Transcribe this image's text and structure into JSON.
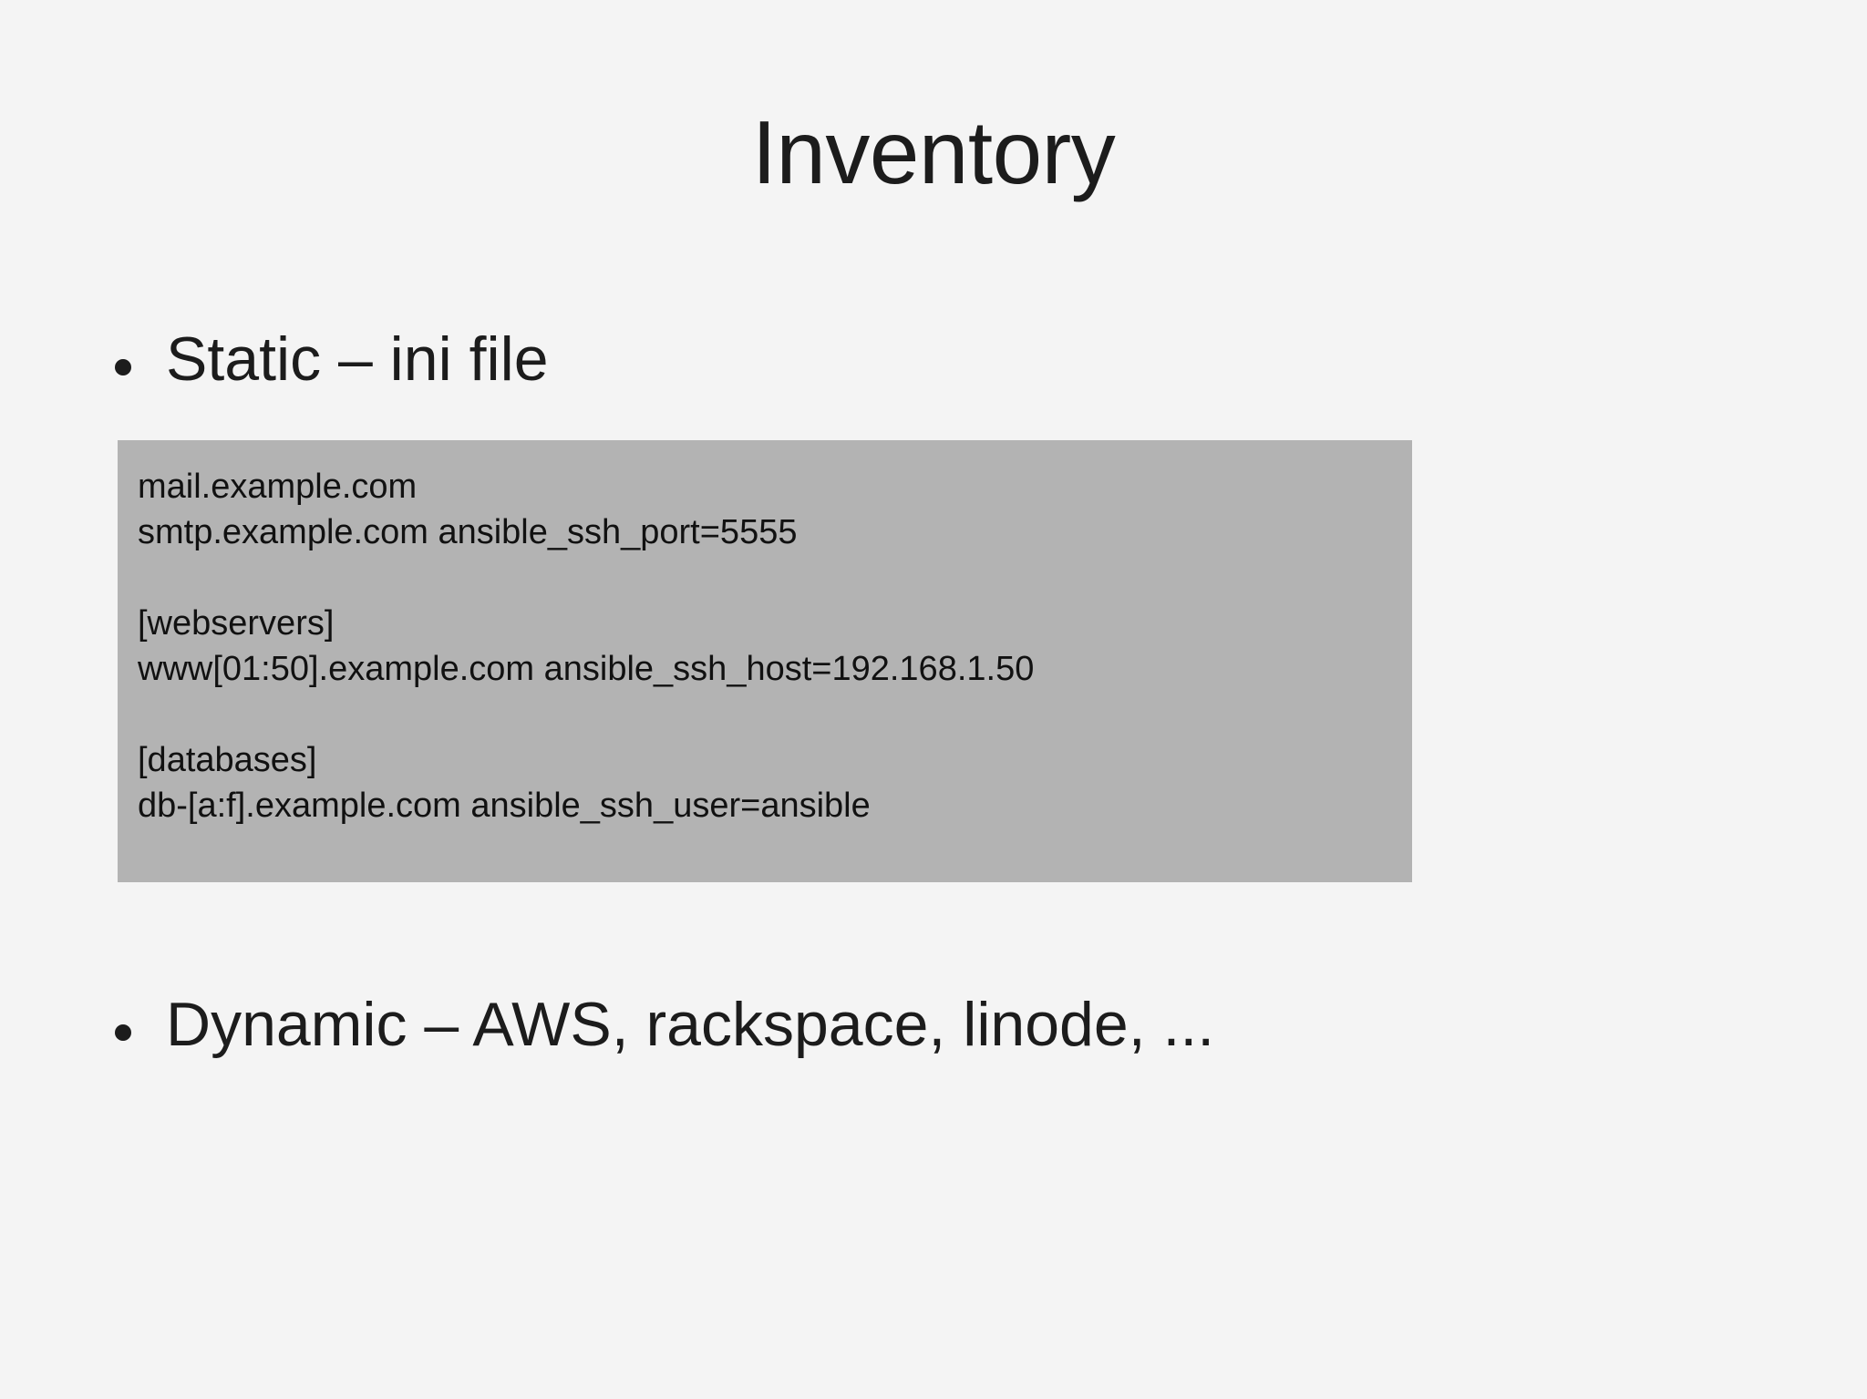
{
  "slide": {
    "title": "Inventory",
    "background_color": "#f4f4f4",
    "text_color": "#1c1c1c",
    "bullets": [
      {
        "text": "Static – ini file",
        "marker": "bullet-dot"
      },
      {
        "text": "Dynamic – AWS, rackspace, linode, ...",
        "marker": "bullet-dot"
      }
    ],
    "code_block": {
      "background_color": "#b3b3b3",
      "text_color": "#111111",
      "lines": [
        "mail.example.com",
        "smtp.example.com ansible_ssh_port=5555",
        "",
        "[webservers]",
        "www[01:50].example.com ansible_ssh_host=192.168.1.50",
        "",
        "[databases]",
        "db-[a:f].example.com ansible_ssh_user=ansible"
      ]
    }
  }
}
